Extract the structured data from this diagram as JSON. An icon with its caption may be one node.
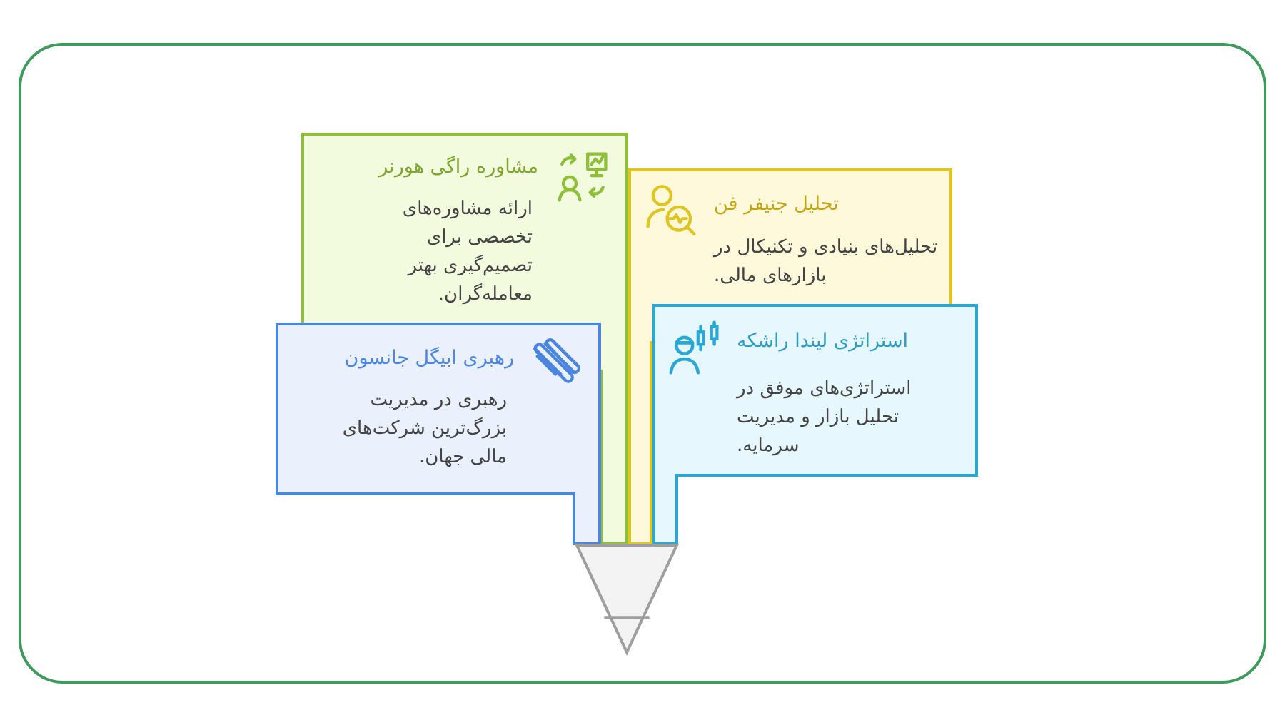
{
  "diagram": {
    "nodes": [
      {
        "text": [
          "مشاوره راگی هورنر",
          "ارائه مشاوره‌های تخصصی برای تصمیم‌گیری بهتر معامله‌گران."
        ]
      },
      {
        "text": [
          "تحلیل جنیفر فن",
          "تحلیل‌های بنیادی و تکنیکال در بازارهای مالی."
        ]
      },
      {
        "text": [
          "استراتژی لیندا راشکه",
          "استراتژی‌های موفق در تحلیل بازار و مدیریت سرمایه."
        ]
      },
      {
        "text": [
          "رهبری ابیگل جانسون",
          "رهبری در مدیریت بزرگ‌ترین شرکت‌های مالی جهان."
        ]
      },
      {
        "text": [],
        "shape": "triangle"
      }
    ]
  }
}
